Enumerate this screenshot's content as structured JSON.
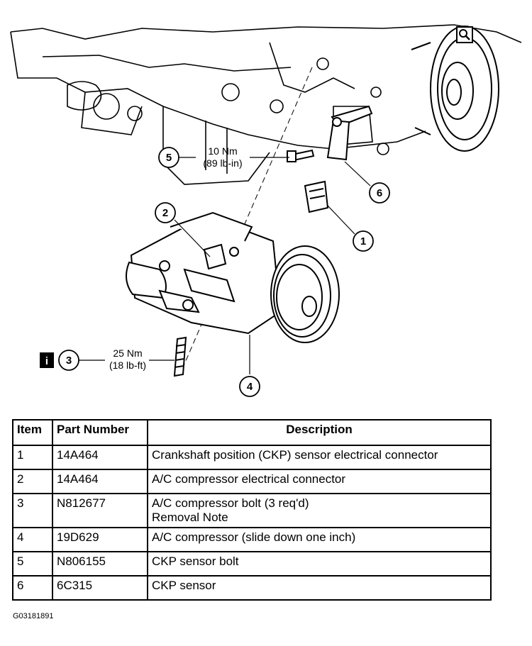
{
  "figure_id": "G03181891",
  "callouts": {
    "c1": "1",
    "c2": "2",
    "c3": "3",
    "c4": "4",
    "c5": "5",
    "c6": "6"
  },
  "torque": {
    "bolt5_nm": "10 Nm",
    "bolt5_imp": "(89 lb-in)",
    "bolt3_nm": "25 Nm",
    "bolt3_imp": "(18 lb-ft)"
  },
  "info_icon": "i",
  "table": {
    "headers": {
      "item": "Item",
      "part": "Part Number",
      "desc": "Description"
    },
    "rows": [
      {
        "item": "1",
        "part": "14A464",
        "desc": "Crankshaft position (CKP) sensor electrical connector",
        "desc2": ""
      },
      {
        "item": "2",
        "part": "14A464",
        "desc": "A/C compressor electrical connector",
        "desc2": ""
      },
      {
        "item": "3",
        "part": "N812677",
        "desc": "A/C compressor bolt (3 req'd)",
        "desc2": "Removal Note"
      },
      {
        "item": "4",
        "part": "19D629",
        "desc": "A/C compressor (slide down one inch)",
        "desc2": ""
      },
      {
        "item": "5",
        "part": "N806155",
        "desc": "CKP sensor bolt",
        "desc2": ""
      },
      {
        "item": "6",
        "part": "6C315",
        "desc": "CKP sensor",
        "desc2": ""
      }
    ]
  }
}
